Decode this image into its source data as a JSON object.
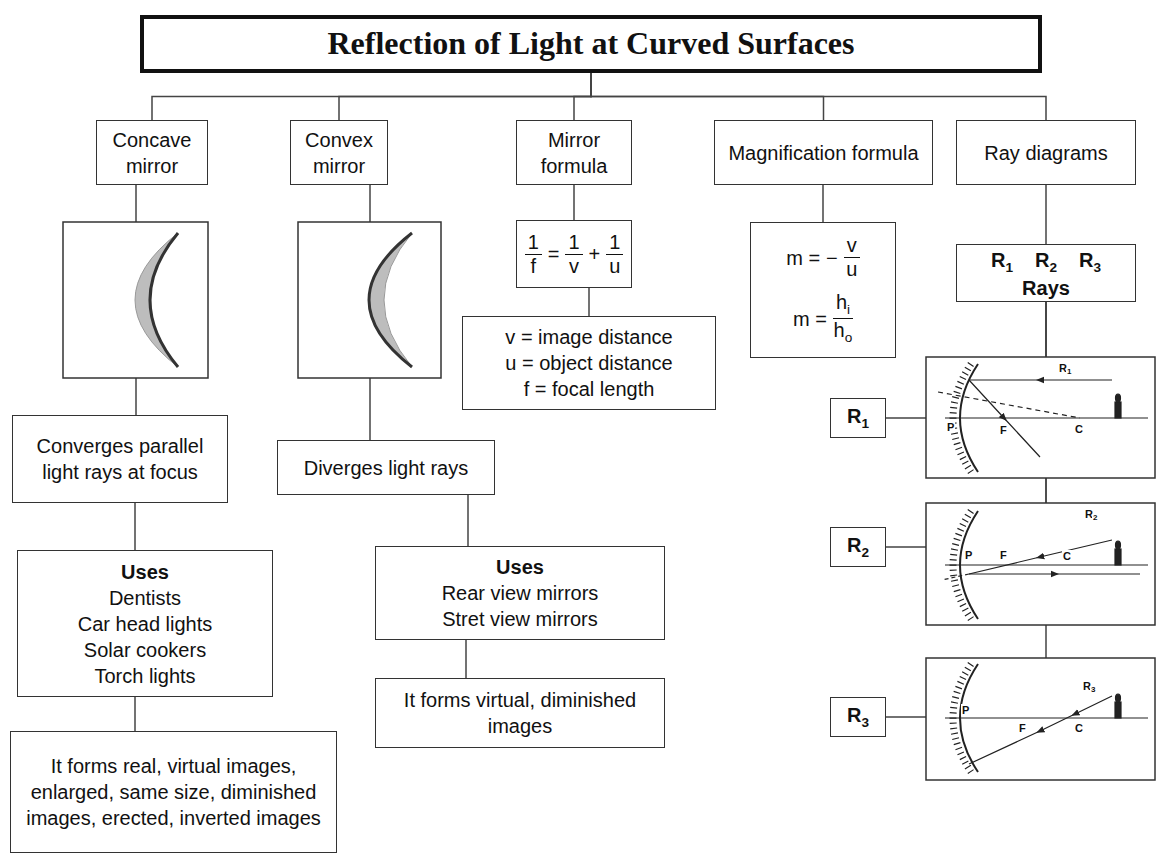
{
  "diagram": {
    "nodes": [
      {
        "text": [
          "Reflection of Light at Curved Surfaces"
        ]
      },
      {
        "text": [
          "Concave mirror"
        ]
      },
      {
        "text": [
          "Convex mirror"
        ]
      },
      {
        "text": [
          "Mirror formula"
        ]
      },
      {
        "text": [
          "Magnification formula"
        ]
      },
      {
        "text": [
          "Ray diagrams"
        ]
      },
      {
        "text": [
          "Converges parallel light rays at focus"
        ]
      },
      {
        "text": [
          "Diverges light rays"
        ]
      },
      {
        "text": [
          "1",
          "f",
          "=",
          "1",
          "v",
          "+",
          "1",
          "u"
        ]
      },
      {
        "text": [
          "v = image distance",
          "u = object distance",
          "f = focal length"
        ]
      },
      {
        "text": [
          "m =",
          "−",
          "v",
          "u",
          "m =",
          "h",
          "i",
          "h",
          "o"
        ]
      },
      {
        "text": [
          "R",
          "1",
          "R",
          "2",
          "R",
          "3",
          "Rays"
        ]
      },
      {
        "text": [
          "Uses",
          "Dentists",
          "Car head lights",
          "Solar cookers",
          "Torch lights"
        ]
      },
      {
        "text": [
          "Uses",
          "Rear view mirrors",
          "Stret view mirrors"
        ]
      },
      {
        "text": [
          "It forms virtual, diminished images"
        ]
      },
      {
        "text": [
          "It forms real, virtual images, enlarged, same size, diminished images, erected, inverted images"
        ]
      },
      {
        "text": [
          "R",
          "1"
        ]
      },
      {
        "text": [
          "R",
          "2"
        ]
      },
      {
        "text": [
          "R",
          "3"
        ]
      }
    ],
    "edges": [
      {
        "from": 0,
        "to": 1,
        "arrow": "none"
      },
      {
        "from": 0,
        "to": 2,
        "arrow": "none"
      },
      {
        "from": 0,
        "to": 3,
        "arrow": "none"
      },
      {
        "from": 0,
        "to": 4,
        "arrow": "none"
      },
      {
        "from": 0,
        "to": 5,
        "arrow": "none"
      },
      {
        "from": 1,
        "to": 6,
        "arrow": "none"
      },
      {
        "from": 2,
        "to": 7,
        "arrow": "none"
      },
      {
        "from": 3,
        "to": 8,
        "arrow": "none"
      },
      {
        "from": 8,
        "to": 9,
        "arrow": "none"
      },
      {
        "from": 4,
        "to": 10,
        "arrow": "none"
      },
      {
        "from": 5,
        "to": 11,
        "arrow": "none"
      },
      {
        "from": 11,
        "to": 16,
        "arrow": "none"
      },
      {
        "from": 11,
        "to": 17,
        "arrow": "none"
      },
      {
        "from": 11,
        "to": 18,
        "arrow": "none"
      },
      {
        "from": 6,
        "to": 12,
        "arrow": "none"
      },
      {
        "from": 7,
        "to": 13,
        "arrow": "none"
      },
      {
        "from": 13,
        "to": 14,
        "arrow": "none"
      },
      {
        "from": 12,
        "to": 15,
        "arrow": "none"
      }
    ],
    "labels": [
      "R",
      "1",
      "P",
      "F",
      "C",
      "R",
      "2",
      "P",
      "F",
      "C",
      "R",
      "3",
      "P",
      "F",
      "C"
    ]
  }
}
